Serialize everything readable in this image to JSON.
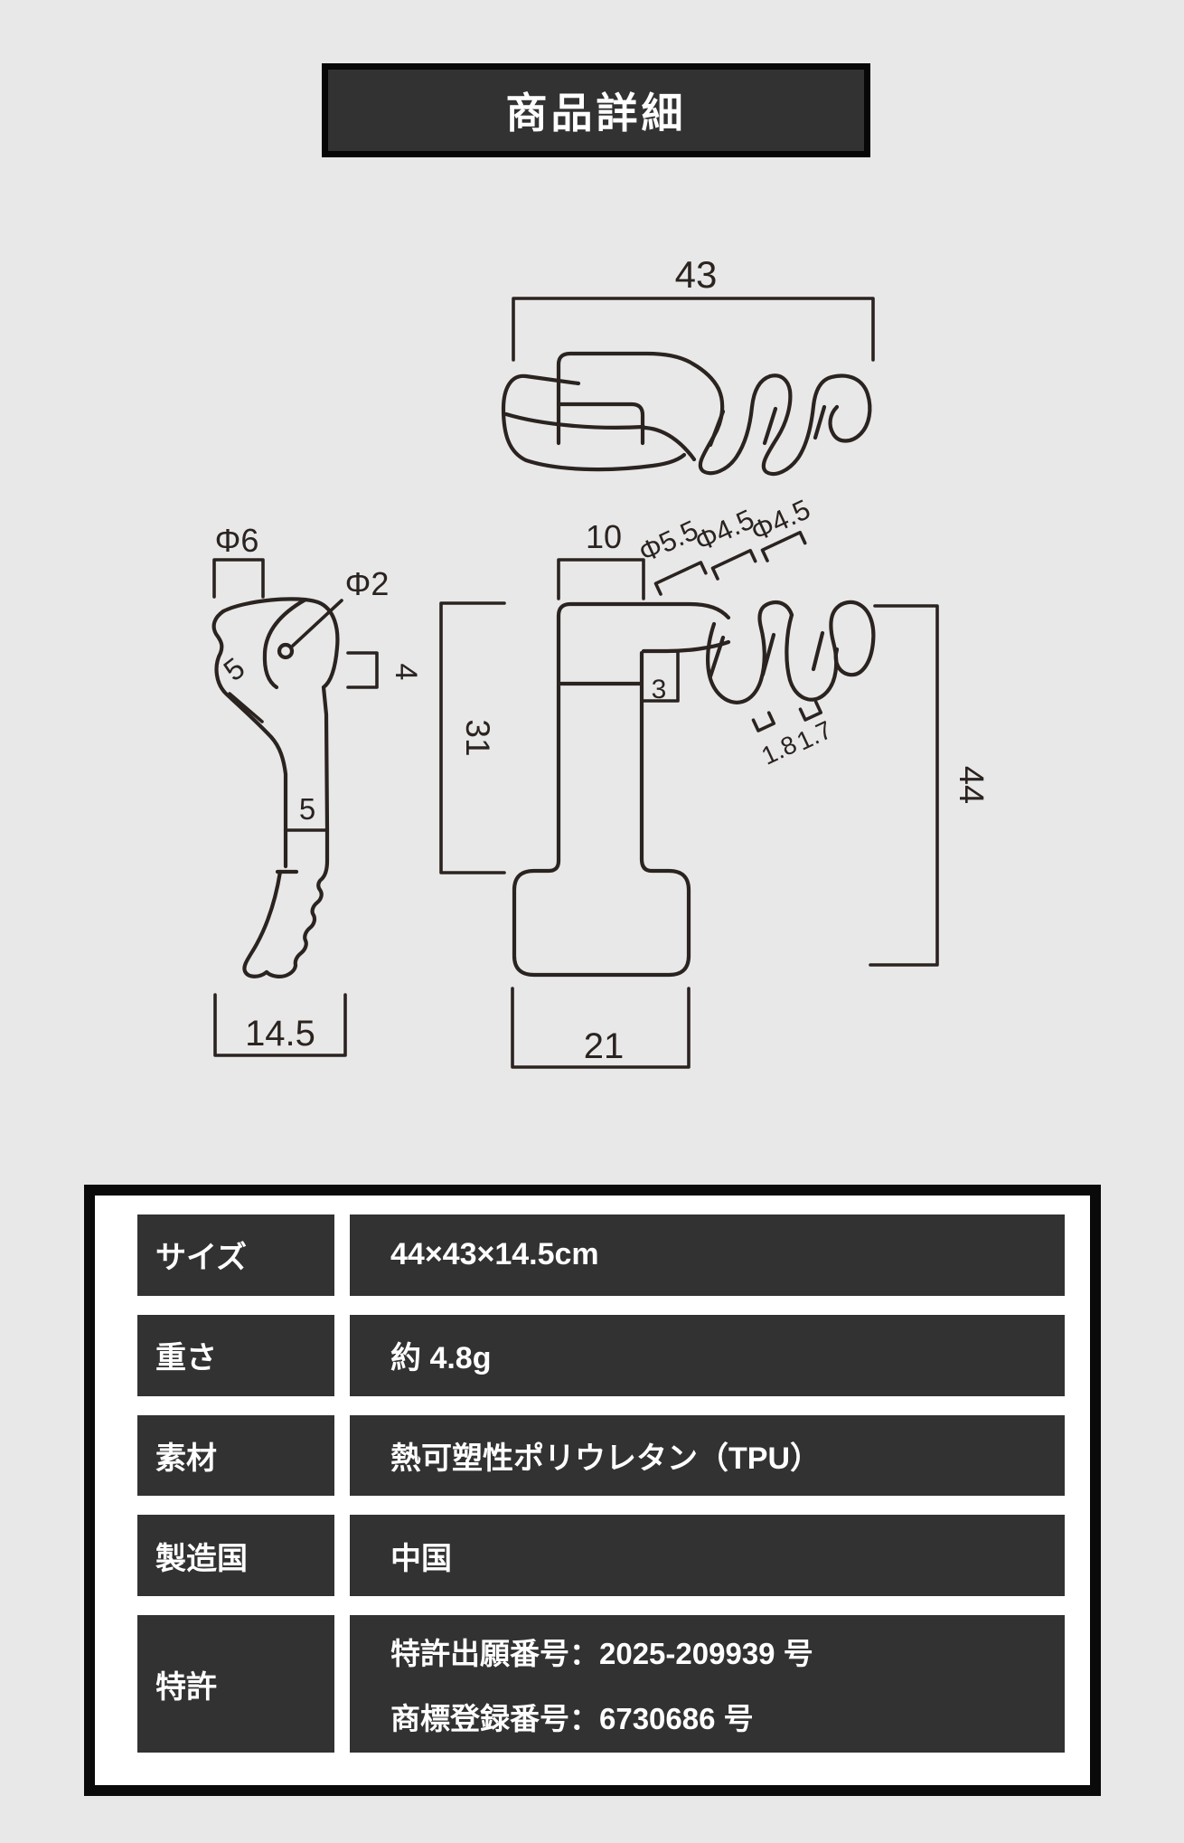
{
  "colors": {
    "background": "#e8e8e8",
    "panel_dark": "#323232",
    "frame_black": "#0a0a0a",
    "drawing_line": "#2a2320",
    "text_light": "#ffffff"
  },
  "title": {
    "text": "商品詳細"
  },
  "drawing": {
    "top_view": {
      "width": "43"
    },
    "side_view": {
      "head_diameter": "Φ6",
      "hole_diameter": "Φ2",
      "neck_width": "4",
      "hook_thickness": "5",
      "stem_width": "5",
      "depth": "14.5"
    },
    "front_view": {
      "arm_width": "10",
      "pillar_height": "31",
      "plate_thickness": "3",
      "base_width": "21",
      "total_height": "44",
      "coil_diameters": [
        "Φ5.5",
        "Φ4.5",
        "Φ4.5"
      ],
      "coil_pitches": [
        "1.8",
        "1.7"
      ]
    }
  },
  "spec_table": {
    "rows": [
      {
        "label": "サイズ",
        "value": "44×43×14.5cm"
      },
      {
        "label": "重さ",
        "value": "約 4.8g"
      },
      {
        "label": "素材",
        "value": "熱可塑性ポリウレタン（TPU）"
      },
      {
        "label": "製造国",
        "value": "中国"
      },
      {
        "label": "特許",
        "value_lines": [
          "特許出願番号：2025-209939 号",
          "商標登録番号：6730686 号"
        ]
      }
    ]
  }
}
